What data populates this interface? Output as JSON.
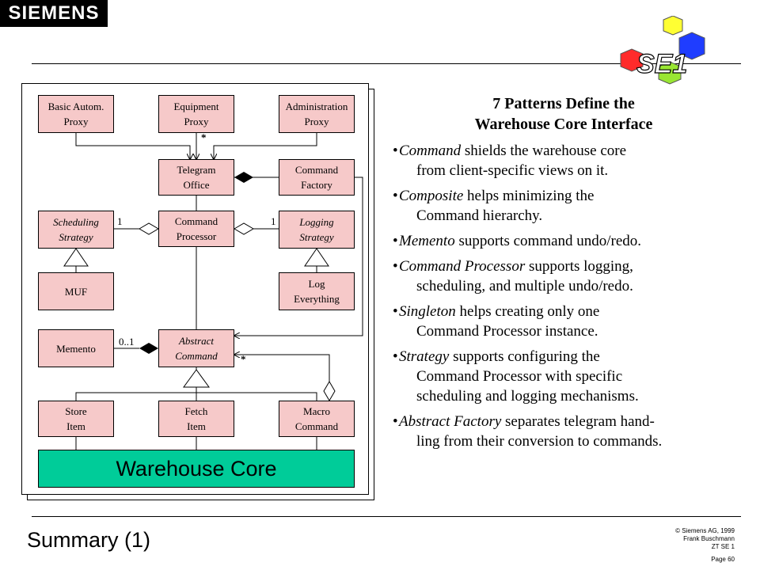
{
  "header": {
    "brand": "SIEMENS",
    "badge": "SE1"
  },
  "diagram": {
    "boxes": {
      "basic_autom_proxy": "Basic Autom.\nProxy",
      "equipment_proxy": "Equipment\nProxy",
      "administration_proxy": "Administration\nProxy",
      "telegram_office": "Telegram\nOffice",
      "command_factory": "Command\nFactory",
      "scheduling_strategy": "Scheduling\nStrategy",
      "command_processor": "Command\nProcessor",
      "logging_strategy": "Logging\nStrategy",
      "muf": "MUF",
      "log_everything": "Log\nEverything",
      "memento": "Memento",
      "abstract_command": "Abstract\nCommand",
      "store_item": "Store\nItem",
      "fetch_item": "Fetch\nItem",
      "macro_command": "Macro\nCommand"
    },
    "multiplicities": {
      "proxies_star": "*",
      "scheduling_one": "1",
      "logging_one": "1",
      "memento_range": "0..1",
      "abstract_star": "*"
    },
    "core_label": "Warehouse Core"
  },
  "content": {
    "heading": "7 Patterns Define the\nWarehouse Core Interface",
    "bullets": [
      {
        "pattern": "Command",
        "rest": " shields the warehouse core",
        "cont": "from client-specific views on it."
      },
      {
        "pattern": "Composite",
        "rest": " helps minimizing the",
        "cont": "Command hierarchy."
      },
      {
        "pattern": "Memento",
        "rest": " supports command undo/redo.",
        "cont": ""
      },
      {
        "pattern": "Command Processor",
        "rest": " supports logging,",
        "cont": "scheduling, and multiple undo/redo."
      },
      {
        "pattern": "Singleton",
        "rest": " helps creating only one",
        "cont": "Command Processor instance."
      },
      {
        "pattern": "Strategy",
        "rest": " supports configuring the",
        "cont": "Command Processor with specific\nscheduling and logging mechanisms."
      },
      {
        "pattern": "Abstract Factory",
        "rest": " separates telegram hand-",
        "cont": "ling from their conversion to commands."
      }
    ]
  },
  "footer": {
    "title": "Summary (1)",
    "copyright": "© Siemens AG, 1999",
    "author": "Frank Buschmann",
    "dept": "ZT SE 1",
    "page": "Page 60"
  },
  "colors": {
    "box_fill": "#f6c9c9",
    "core_fill": "#00cc99",
    "hex_yellow": "#ffff33",
    "hex_red": "#ff2b2b",
    "hex_blue": "#1f3dff",
    "hex_green": "#99e633"
  }
}
